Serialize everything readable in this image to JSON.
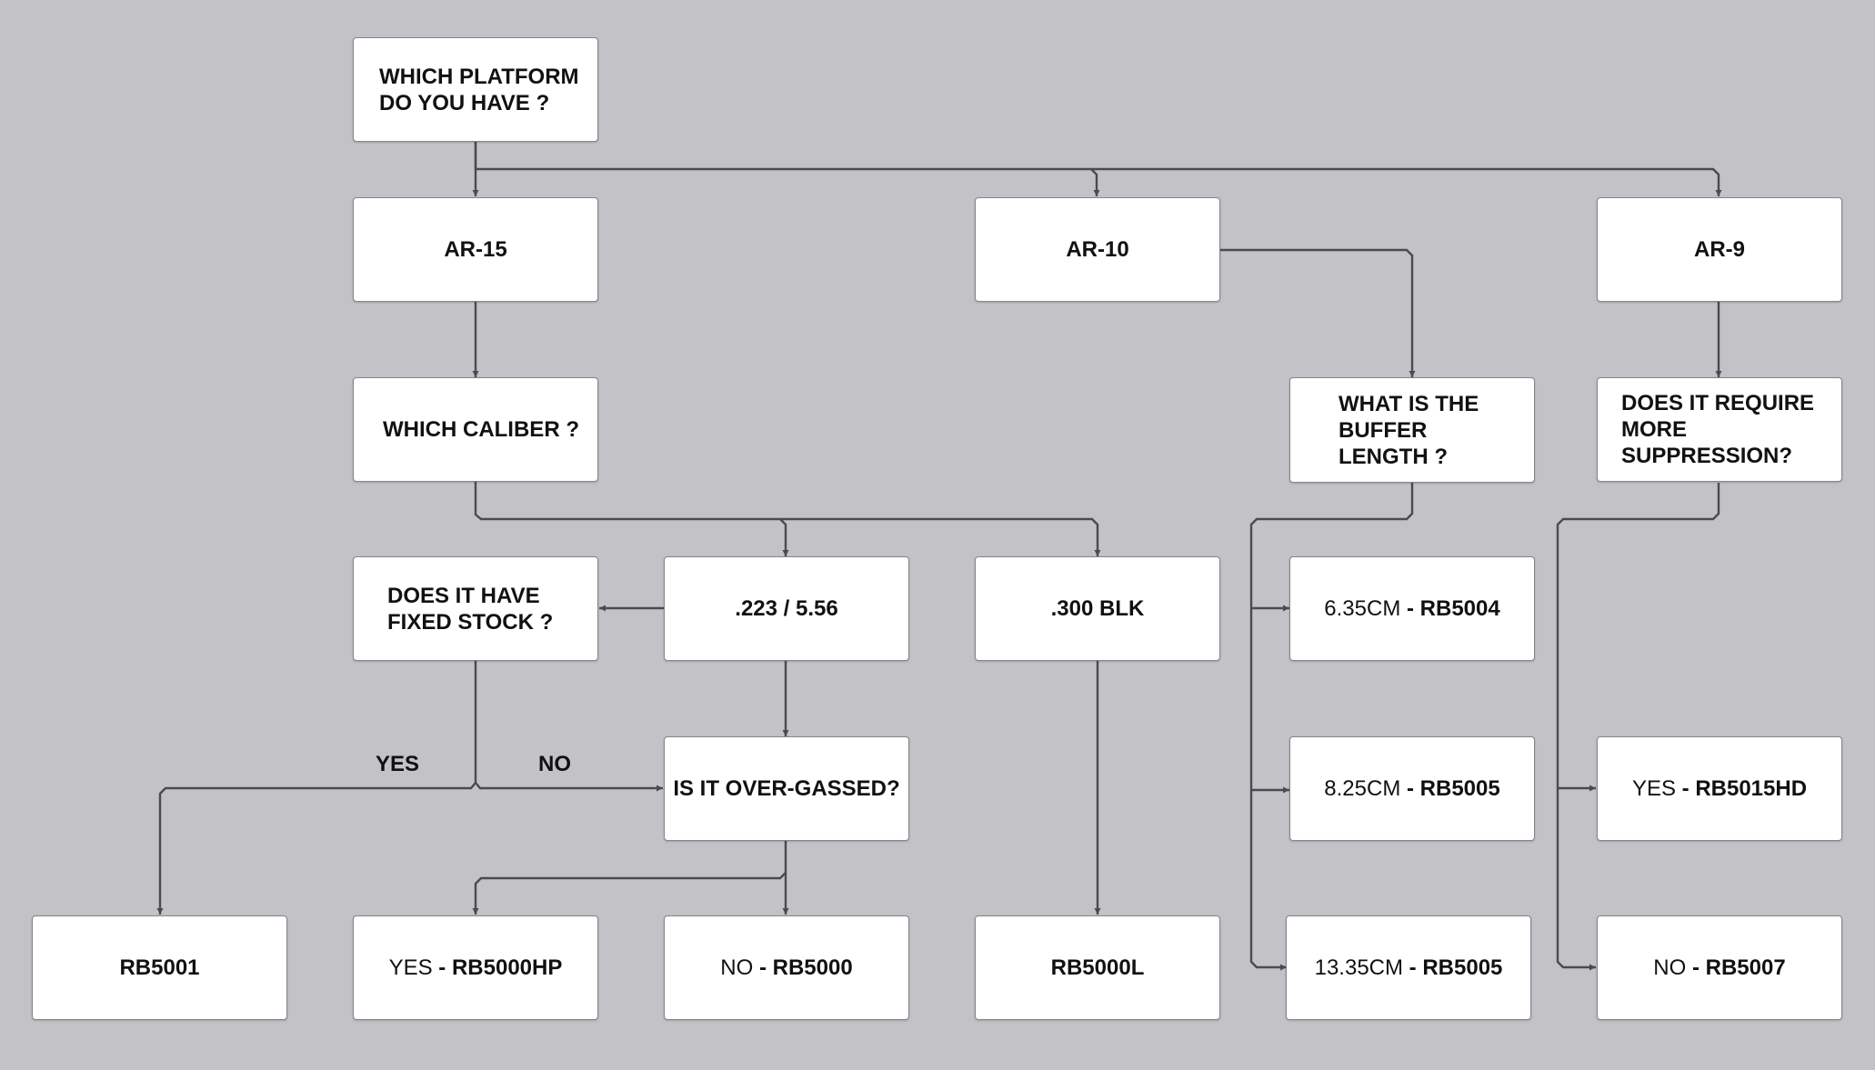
{
  "nodes": {
    "platform_question": "WHICH PLATFORM\nDO YOU HAVE ?",
    "ar15": "AR-15",
    "ar10": "AR-10",
    "ar9": "AR-9",
    "caliber_question": "WHICH CALIBER ?",
    "buffer_question": "WHAT IS THE\nBUFFER\nLENGTH ?",
    "suppression_question": "DOES IT REQUIRE\nMORE\nSUPPRESSION?",
    "fixed_stock_question": "DOES IT HAVE\nFIXED STOCK ?",
    "cal_223": ".223 / 5.56",
    "cal_300blk": ".300 BLK",
    "buffer_635": {
      "size": "6.35CM",
      "sep": " - ",
      "part": "RB5004"
    },
    "buffer_825": {
      "size": "8.25CM",
      "sep": " - ",
      "part": "RB5005"
    },
    "buffer_1335": {
      "size": "13.35CM",
      "sep": " - ",
      "part": "RB5005"
    },
    "overgassed_question": "IS IT OVER-GASSED?",
    "suppression_yes": {
      "answer": "YES",
      "sep": " - ",
      "part": "RB5015HD"
    },
    "suppression_no": {
      "answer": "NO",
      "sep": " - ",
      "part": "RB5007"
    },
    "rb5001": "RB5001",
    "overgassed_yes": {
      "answer": "YES",
      "sep": " - ",
      "part": "RB5000HP"
    },
    "overgassed_no": {
      "answer": "NO",
      "sep": " - ",
      "part": "RB5000"
    },
    "rb5000l": "RB5000L"
  },
  "edge_labels": {
    "yes": "YES",
    "no": "NO"
  },
  "colors": {
    "background": "#c3c2c7",
    "node_fill": "#ffffff",
    "node_border": "#85858a",
    "connector": "#4a4b50",
    "text": "#111111"
  }
}
